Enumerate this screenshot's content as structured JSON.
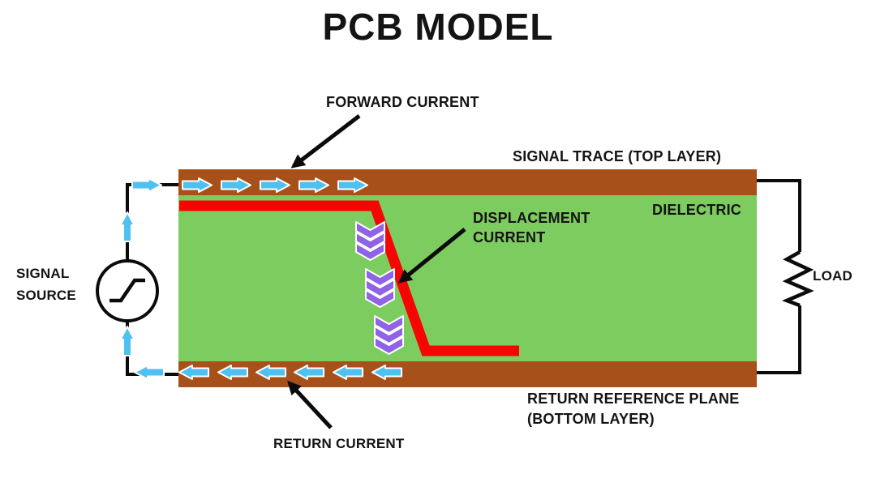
{
  "title": "PCB MODEL",
  "colors": {
    "copper": "#A8501A",
    "dielectric": "#7DCC5F",
    "signal_path": "#F70505",
    "current_arrow": "#4FC1F0",
    "displacement_arrow": "#8F63E6",
    "wire": "#0B0B0B",
    "label": "#141414",
    "background": "#FFFFFF"
  },
  "diagram": {
    "layers": {
      "signal_trace_label": "SIGNAL TRACE (TOP LAYER)",
      "dielectric_label": "DIELECTRIC",
      "return_plane_label_line1": "RETURN REFERENCE PLANE",
      "return_plane_label_line2": "(BOTTOM LAYER)"
    },
    "annotations": {
      "forward_current": "FORWARD CURRENT",
      "displacement_current_line1": "DISPLACEMENT",
      "displacement_current_line2": "CURRENT",
      "return_current": "RETURN CURRENT"
    },
    "components": {
      "signal_source_line1": "SIGNAL",
      "signal_source_line2": "SOURCE",
      "load": "LOAD"
    },
    "flow": {
      "forward_arrow_count": 6,
      "return_arrow_count": 7,
      "displacement_chevron_groups": 3
    }
  }
}
